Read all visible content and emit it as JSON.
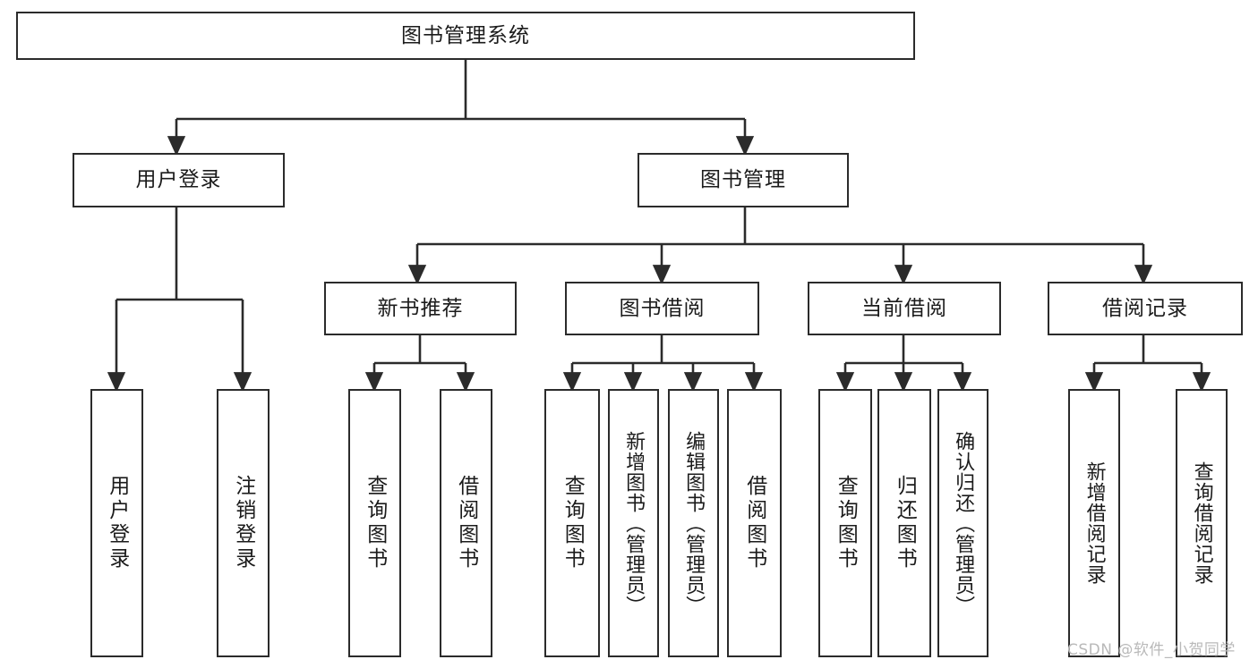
{
  "diagram": {
    "title": "图书管理系统",
    "type": "功能结构图",
    "watermark": "CSDN @软件_小贺同学",
    "colors": {
      "stroke": "#2b2b2b",
      "fill": "#ffffff",
      "text": "#1b1b1b",
      "watermark": "#b9b9b9"
    },
    "levels": {
      "root": {
        "label": "图书管理系统"
      },
      "level2": [
        {
          "label": "用户登录"
        },
        {
          "label": "图书管理"
        }
      ],
      "level3": [
        {
          "label": "新书推荐"
        },
        {
          "label": "图书借阅"
        },
        {
          "label": "当前借阅"
        },
        {
          "label": "借阅记录"
        }
      ],
      "level4": {
        "user_login": [
          {
            "label": "用户登录"
          },
          {
            "label": "注销登录"
          }
        ],
        "new_book_recommend": [
          {
            "label": "查询图书"
          },
          {
            "label": "借阅图书"
          }
        ],
        "book_borrow": [
          {
            "label": "查询图书"
          },
          {
            "label": "新增图书（管理员）"
          },
          {
            "label": "编辑图书（管理员）"
          },
          {
            "label": "借阅图书"
          }
        ],
        "current_borrow": [
          {
            "label": "查询图书"
          },
          {
            "label": "归还图书"
          },
          {
            "label": "确认归还（管理员）"
          }
        ],
        "borrow_record": [
          {
            "label": "新增借阅记录"
          },
          {
            "label": "查询借阅记录"
          }
        ]
      }
    }
  }
}
